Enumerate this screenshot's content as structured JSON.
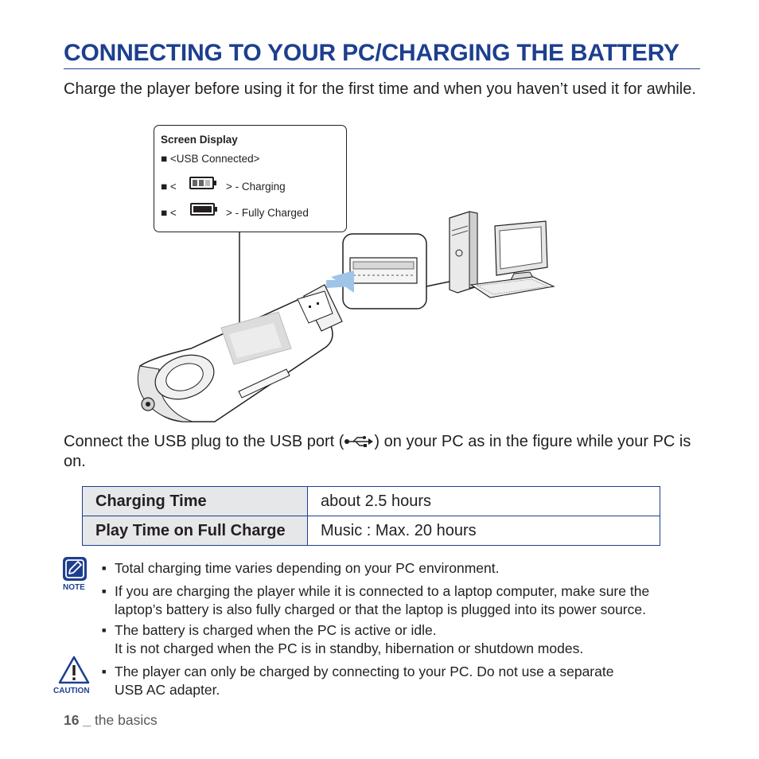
{
  "title": "CONNECTING TO YOUR PC/CHARGING THE BATTERY",
  "intro": "Charge the player before using it for the first time and when you haven’t used it for awhile.",
  "screen_display": {
    "title": "Screen Display",
    "line1": "■ <USB Connected>",
    "line2_pre": "■ <",
    "line2_post": "> - Charging",
    "line3_pre": "■ <",
    "line3_post": "> - Fully Charged"
  },
  "connect_text": {
    "before": "Connect the USB plug to the USB port (",
    "after": ") on your PC as in the figure while your PC is on."
  },
  "spec_table": [
    {
      "label": "Charging Time",
      "value": "about 2.5 hours"
    },
    {
      "label": "Play Time on Full Charge",
      "value": "Music : Max. 20 hours"
    }
  ],
  "note_label": "NOTE",
  "caution_label": "CAUTION",
  "notes": [
    {
      "lines": [
        "Total charging time varies depending on your PC environment."
      ]
    },
    {
      "lines": [
        "If you are charging the player while it is connected to a laptop computer, make sure the",
        "laptop’s battery is also fully charged or that the laptop is plugged into its power source."
      ]
    },
    {
      "lines": [
        "The battery is charged when the PC is active or idle.",
        "It is not charged when the PC is in standby, hibernation or shutdown modes."
      ]
    },
    {
      "lines": [
        "The player can only be charged by connecting to your PC. Do not use a separate",
        "USB AC adapter."
      ]
    }
  ],
  "footer": {
    "page": "16 _",
    "section": "the basics"
  },
  "colors": {
    "accent": "#1d3f8f",
    "table_label_bg": "#e6e7e8"
  }
}
